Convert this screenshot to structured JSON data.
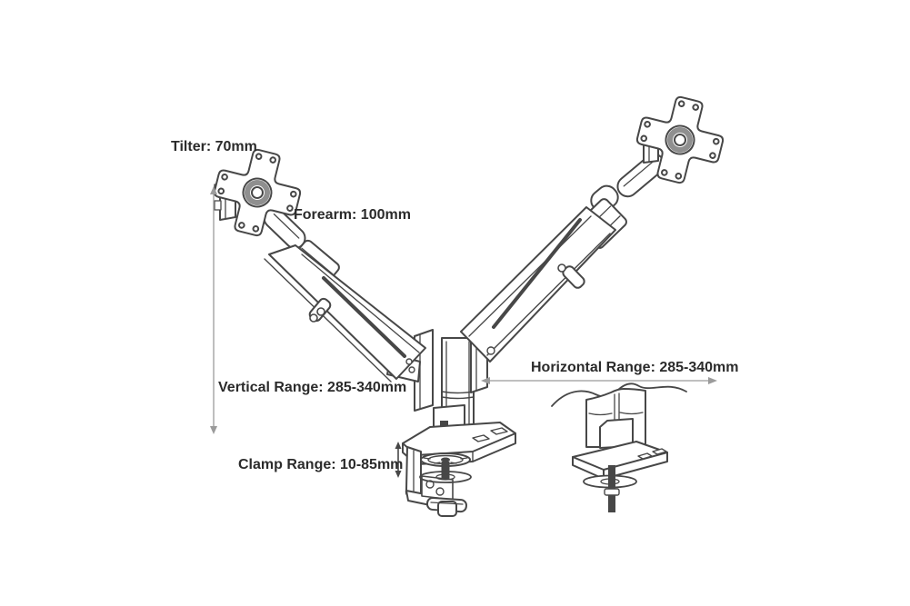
{
  "colors": {
    "background": "#ffffff",
    "line": "#474747",
    "shading": "#8f8f8f",
    "dim_line": "#9b9b9b",
    "text": "#2b2b2b"
  },
  "labels": {
    "tilter": "Tilter: 70mm",
    "forearm": "Forearm: 100mm",
    "vertical_range": "Vertical Range: 285-340mm",
    "horizontal_range": "Horizontal Range: 285-340mm",
    "clamp_range": "Clamp Range: 10-85mm"
  }
}
